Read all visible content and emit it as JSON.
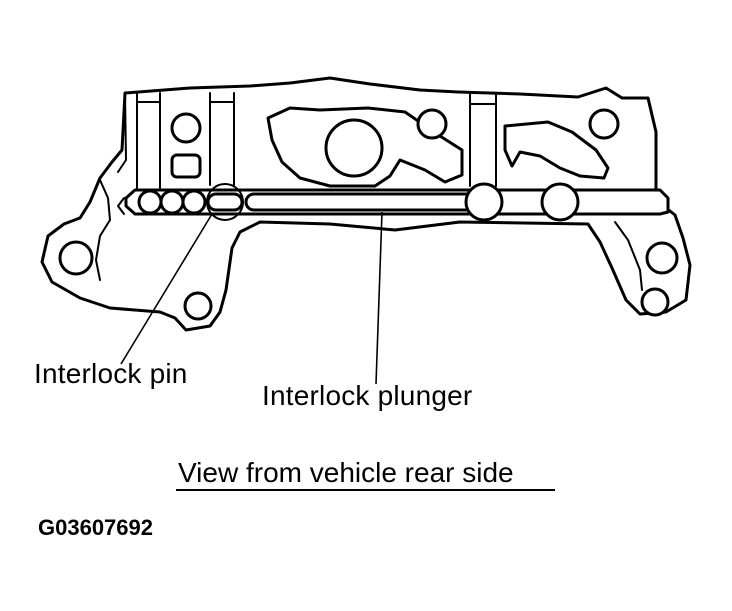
{
  "labels": {
    "interlock_pin": "Interlock pin",
    "interlock_plunger": "Interlock plunger"
  },
  "caption": "View from vehicle rear side",
  "figure_id": "G03607692",
  "colors": {
    "line": "#000000",
    "background": "#ffffff"
  }
}
